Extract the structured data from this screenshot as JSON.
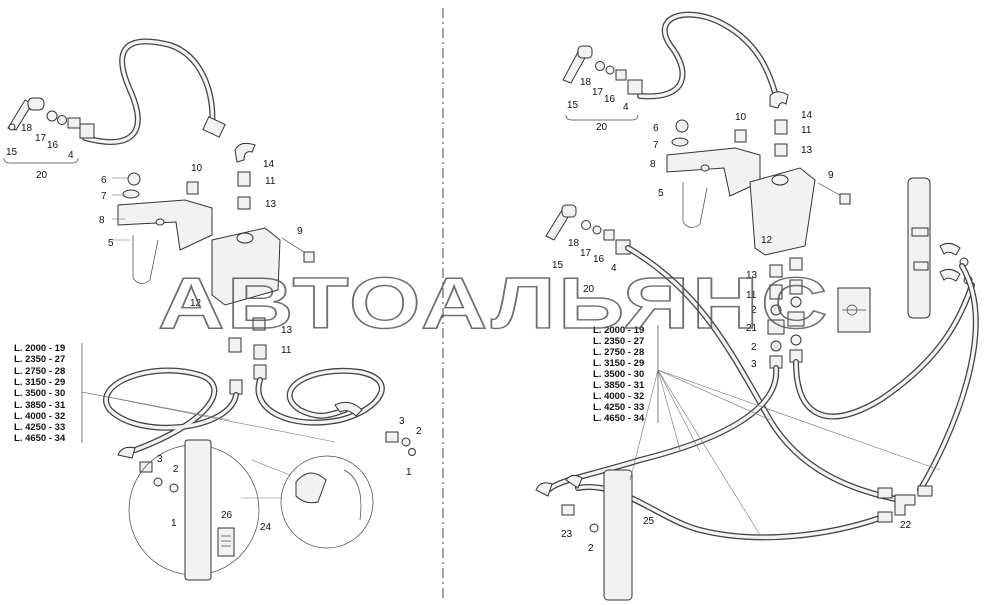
{
  "watermark": "АВТОАЛЬЯНС",
  "left_panel": {
    "labels": {
      "p15": "15",
      "p18": "18",
      "p17": "17",
      "p16": "16",
      "p4": "4",
      "p20": "20",
      "p6": "6",
      "p7": "7",
      "p8": "8",
      "p5": "5",
      "p10": "10",
      "p14": "14",
      "p11a": "11",
      "p13a": "13",
      "p9": "9",
      "p12": "12",
      "p13b": "13",
      "p11b": "11",
      "p3a": "3",
      "p2a": "2",
      "p1a": "1",
      "p3b": "3",
      "p2b": "2",
      "p1b": "1",
      "p26": "26",
      "p24": "24"
    },
    "length_table": [
      "L. 2000 - 19",
      "L. 2350 - 27",
      "L. 2750 - 28",
      "L. 3150 - 29",
      "L. 3500 - 30",
      "L. 3850 - 31",
      "L. 4000 - 32",
      "L. 4250 - 33",
      "L. 4650 - 34"
    ]
  },
  "right_panel": {
    "labels": {
      "p18": "18",
      "p17": "17",
      "p16": "16",
      "p15": "15",
      "p4": "4",
      "p20": "20",
      "p10": "10",
      "p14": "14",
      "p6": "6",
      "p7": "7",
      "p11a": "11",
      "p13a": "13",
      "p8": "8",
      "p9": "9",
      "p5": "5",
      "p12": "12",
      "p18b": "18",
      "p17b": "17",
      "p16b": "16",
      "p15b": "15",
      "p4b": "4",
      "p20b": "20",
      "p13b": "13",
      "p11b": "11",
      "p2a": "2",
      "p21": "21",
      "p2b": "2",
      "p3": "3",
      "p25": "25",
      "p23": "23",
      "p2c": "2",
      "p22": "22"
    },
    "length_table": [
      "L. 2000 - 19",
      "L. 2350 - 27",
      "L. 2750 - 28",
      "L. 3150 - 29",
      "L. 3500 - 30",
      "L. 3850 - 31",
      "L. 4000 - 32",
      "L. 4250 - 33",
      "L. 4650 - 34"
    ]
  }
}
